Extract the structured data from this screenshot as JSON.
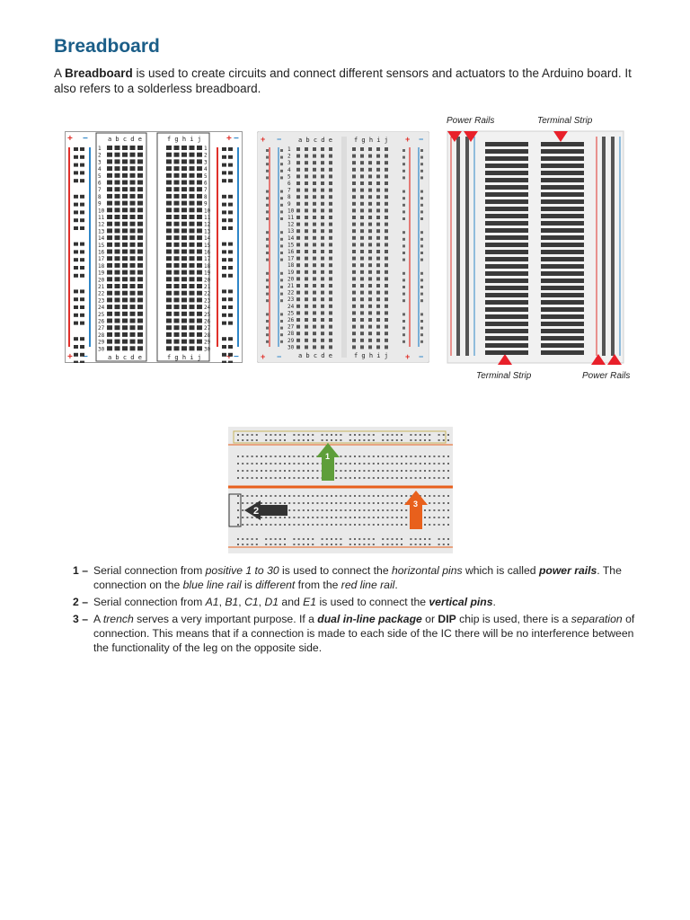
{
  "title": "Breadboard",
  "intro": {
    "a": "A ",
    "bold": "Breadboard",
    "rest": " is used to create circuits and connect different sensors and actuators to the Arduino board. It also refers to a solderless breadboard."
  },
  "diagram_labels": {
    "power_rails_top": "Power Rails",
    "terminal_strip_top": "Terminal Strip",
    "terminal_strip_bottom": "Terminal Strip",
    "power_rails_bottom": "Power Rails",
    "plus": "+",
    "minus": "−",
    "columns_left": "a b c d e",
    "columns_right": "f g h i j",
    "arrow_1": "1",
    "arrow_2": "2",
    "arrow_3": "3"
  },
  "colors": {
    "heading": "#1b5e88",
    "red_rail": "#e0312b",
    "blue_rail": "#2e86c8",
    "arrow_green": "#5e9e3a",
    "arrow_dark": "#333333",
    "arrow_orange": "#e8601c",
    "marker_red": "#e8202a"
  },
  "notes": [
    {
      "num": "1 –",
      "parts": [
        {
          "t": "Serial connection from ",
          "s": ""
        },
        {
          "t": "positive 1 to 30",
          "s": "i"
        },
        {
          "t": " is used to connect the ",
          "s": ""
        },
        {
          "t": "horizontal pins",
          "s": "i"
        },
        {
          "t": " which is called ",
          "s": ""
        },
        {
          "t": "power rails",
          "s": "bi"
        },
        {
          "t": ". The connection on the ",
          "s": ""
        },
        {
          "t": "blue line rail",
          "s": "i"
        },
        {
          "t": " is ",
          "s": ""
        },
        {
          "t": "different",
          "s": "i"
        },
        {
          "t": " from the ",
          "s": ""
        },
        {
          "t": "red line rail",
          "s": "i"
        },
        {
          "t": ".",
          "s": ""
        }
      ]
    },
    {
      "num": "2 –",
      "parts": [
        {
          "t": "Serial connection from ",
          "s": ""
        },
        {
          "t": "A1",
          "s": "i"
        },
        {
          "t": ", ",
          "s": ""
        },
        {
          "t": "B1",
          "s": "i"
        },
        {
          "t": ", ",
          "s": ""
        },
        {
          "t": "C1",
          "s": "i"
        },
        {
          "t": ", ",
          "s": ""
        },
        {
          "t": "D1",
          "s": "i"
        },
        {
          "t": " and ",
          "s": ""
        },
        {
          "t": "E1",
          "s": "i"
        },
        {
          "t": " is used to connect the ",
          "s": ""
        },
        {
          "t": "vertical pins",
          "s": "bi"
        },
        {
          "t": ".",
          "s": ""
        }
      ]
    },
    {
      "num": "3 –",
      "parts": [
        {
          "t": "A ",
          "s": ""
        },
        {
          "t": "trench",
          "s": "i"
        },
        {
          "t": " serves a very important purpose. If a ",
          "s": ""
        },
        {
          "t": "dual in-line package",
          "s": "bi"
        },
        {
          "t": " or ",
          "s": ""
        },
        {
          "t": "DIP",
          "s": "b"
        },
        {
          "t": " chip is used, there is a ",
          "s": ""
        },
        {
          "t": "separation",
          "s": "i"
        },
        {
          "t": " of connection. This means that if a connection is made to each side of the IC there will be no interference between the functionality of the leg on the opposite side.",
          "s": ""
        }
      ]
    }
  ]
}
